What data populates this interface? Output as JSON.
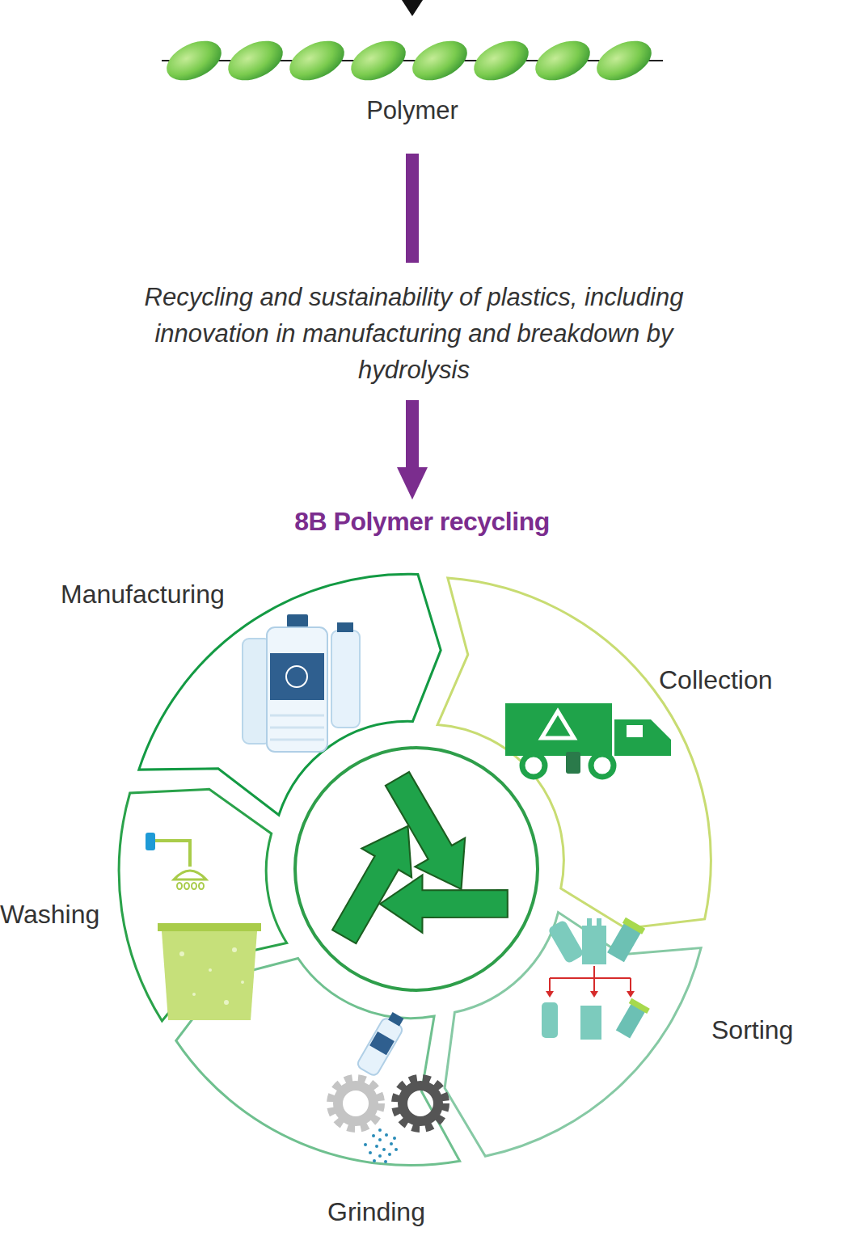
{
  "diagram": {
    "nodes": [
      {
        "text": [
          "Polymer"
        ]
      },
      {
        "text": [
          "8B Polymer recycling"
        ]
      },
      {
        "text": [
          "Manufacturing"
        ],
        "in": 1
      },
      {
        "text": [
          "Collection"
        ],
        "in": 1
      },
      {
        "text": [
          "Sorting"
        ],
        "in": 1
      },
      {
        "text": [
          "Grinding"
        ],
        "in": 1
      },
      {
        "text": [
          "Washing"
        ],
        "in": 1
      }
    ],
    "edges": [
      {
        "from": 0,
        "to": 1,
        "arrow": "to",
        "label": "Recycling and sustainability of plastics, including innovation in manufacturing and breakdown by hydrolysis"
      }
    ]
  }
}
